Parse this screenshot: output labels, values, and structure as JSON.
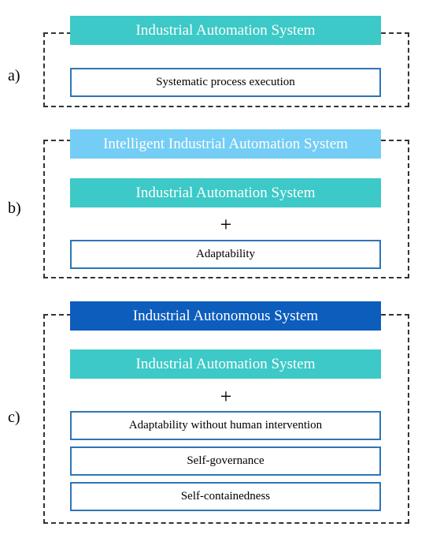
{
  "colors": {
    "automation": "#3cc9c7",
    "intelligent": "#74cdf4",
    "autonomous": "#0d5dbd",
    "outline": "#2e75b6"
  },
  "panel_a": {
    "label": "a)",
    "header": "Industrial Automation System",
    "items": [
      "Systematic process execution"
    ]
  },
  "panel_b": {
    "label": "b)",
    "header": "Intelligent Industrial Automation System",
    "base": "Industrial Automation System",
    "plus": "+",
    "items": [
      "Adaptability"
    ]
  },
  "panel_c": {
    "label": "c)",
    "header": "Industrial Autonomous System",
    "base": "Industrial Automation System",
    "plus": "+",
    "items": [
      "Adaptability without human intervention",
      "Self-governance",
      "Self-containedness"
    ]
  }
}
